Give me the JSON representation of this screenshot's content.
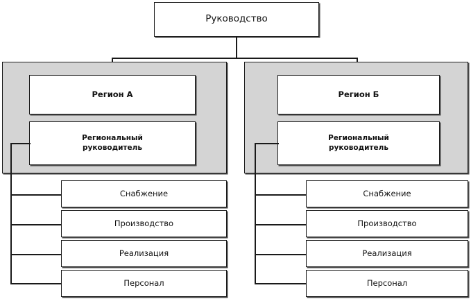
{
  "diagram": {
    "title": "Organizational structure chart",
    "colors": {
      "group_fill": "#d4d4d4",
      "box_fill": "#ffffff",
      "line": "#1a1a1a",
      "shadow": "#4a4a4a"
    },
    "root": {
      "label": "Руководство"
    },
    "branches": [
      {
        "region_label": "Регион А",
        "manager_label_line1": "Региональный",
        "manager_label_line2": "руководитель",
        "departments": [
          {
            "label": "Снабжение"
          },
          {
            "label": "Производство"
          },
          {
            "label": "Реализация"
          },
          {
            "label": "Персонал"
          }
        ]
      },
      {
        "region_label": "Регион Б",
        "manager_label_line1": "Региональный",
        "manager_label_line2": "руководитель",
        "departments": [
          {
            "label": "Снабжение"
          },
          {
            "label": "Производство"
          },
          {
            "label": "Реализация"
          },
          {
            "label": "Персонал"
          }
        ]
      }
    ]
  }
}
